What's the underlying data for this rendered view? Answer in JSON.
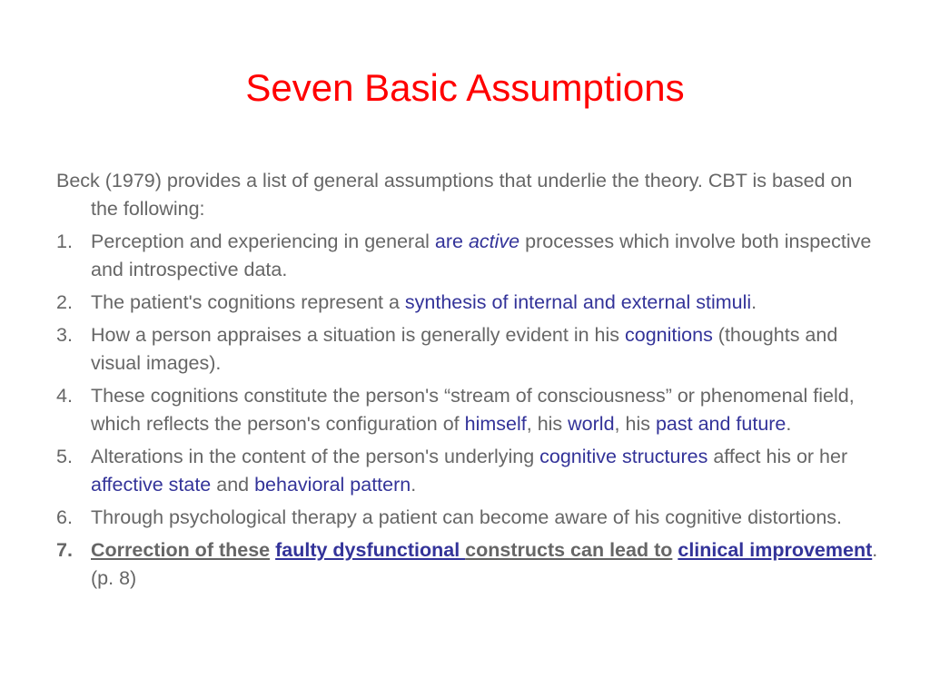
{
  "slide": {
    "title": "Seven Basic Assumptions",
    "title_color": "#ff0000",
    "text_color": "#666666",
    "highlight_color": "#333399",
    "intro": "Beck (1979) provides a list of general assumptions that underlie the theory. CBT is based on the following:",
    "items": [
      {
        "num": "1.",
        "t1": "Perception and experiencing in general ",
        "h1": "are ",
        "h1i": "active",
        "t2": " processes which involve both inspective and introspective data."
      },
      {
        "num": "2.",
        "t1": "The patient's cognitions represent a ",
        "h1": "synthesis of internal and external stimuli",
        "t2": "."
      },
      {
        "num": "3.",
        "t1": "How a person appraises a situation is generally evident in his ",
        "h1": "cognitions",
        "t2": " (thoughts and visual images)."
      },
      {
        "num": "4.",
        "t1": "These cognitions constitute the person's “stream of consciousness” or phenomenal field, which reflects the person's configuration of ",
        "h1": "himself",
        "t2": ", his ",
        "h2": "world",
        "t3": ", his ",
        "h3": "past and future",
        "t4": "."
      },
      {
        "num": "5.",
        "t1": "Alterations in the content of the person's underlying ",
        "h1": "cognitive structures",
        "t2": " affect his or her ",
        "h2": "affective state",
        "t3": " and ",
        "h3": "behavioral pattern",
        "t4": "."
      },
      {
        "num": "6.",
        "t1": "Through psychological therapy a patient can become aware of his cognitive distortions."
      },
      {
        "num": "7.",
        "t1": "Correction of these",
        "t1b": " ",
        "h1": "faulty dysfunctional ",
        "t2": "constructs can lead to",
        "t2b": " ",
        "h2": "clinical improvement",
        "t3": ". (p. 8)"
      }
    ]
  }
}
